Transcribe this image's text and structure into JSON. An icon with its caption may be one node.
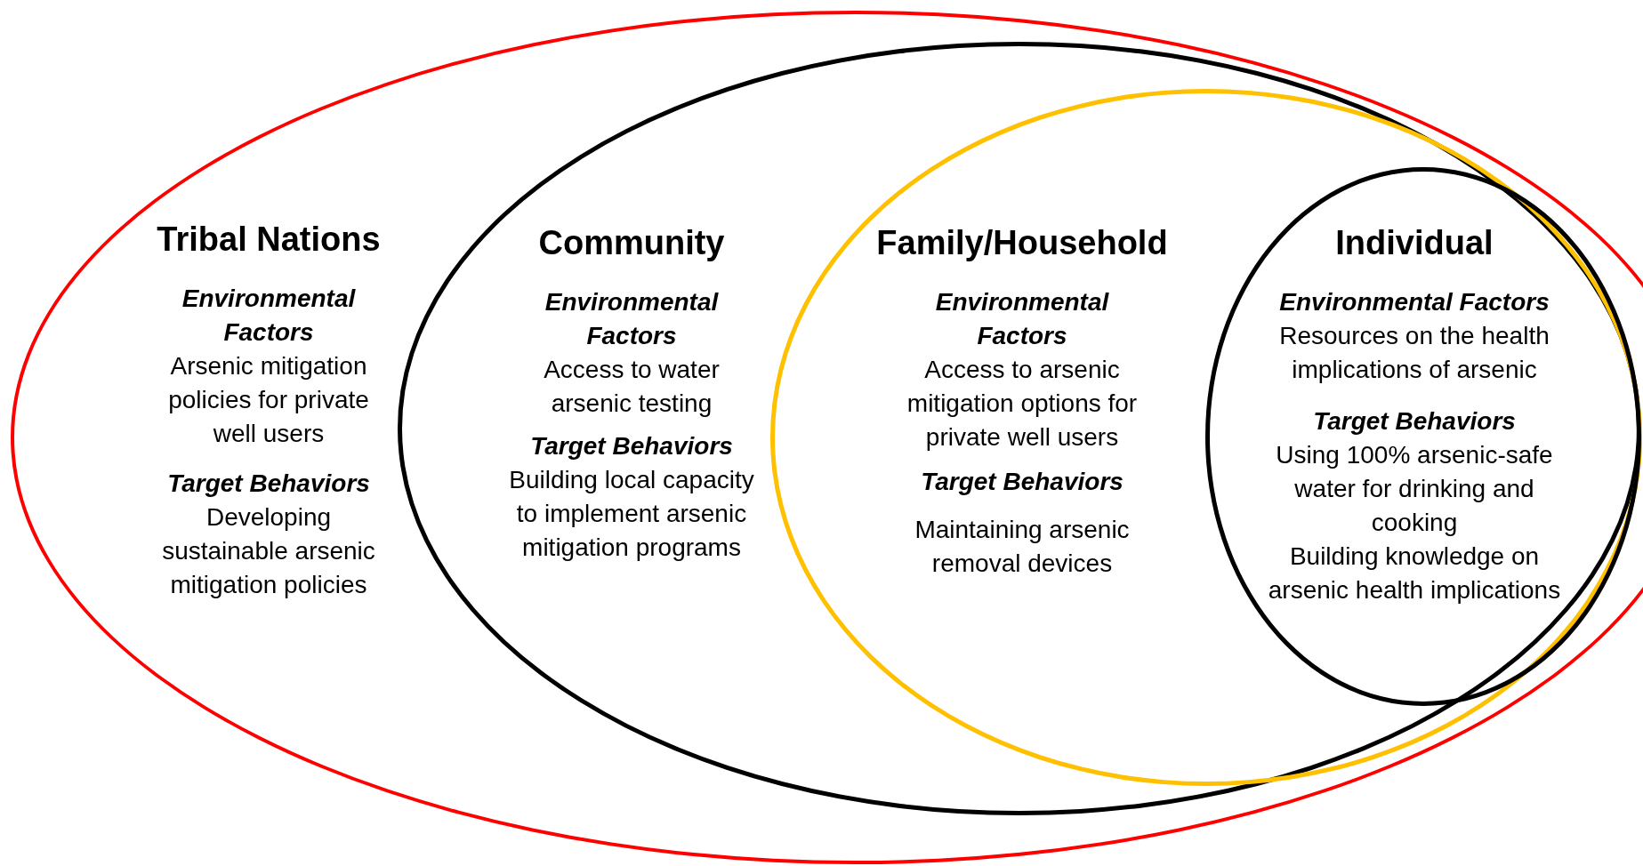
{
  "diagram": {
    "nodes": [
      {
        "text": [
          "Tribal Nations",
          "Environmental Factors",
          "Arsenic mitigation policies for private well users",
          "Target Behaviors",
          "Developing sustainable arsenic mitigation policies"
        ]
      },
      {
        "text": [
          "Community",
          "Environmental Factors",
          "Access to water arsenic testing",
          "Target Behaviors",
          "Building local capacity to implement arsenic mitigation programs"
        ],
        "in": 0
      },
      {
        "text": [
          "Family/Household",
          "Environmental Factors",
          "Access to arsenic mitigation options for private well users",
          "Target Behaviors",
          "Maintaining arsenic removal devices"
        ],
        "in": 1
      },
      {
        "text": [
          "Individual",
          "Environmental Factors",
          "Resources on the health implications of arsenic",
          "Target Behaviors",
          "Using 100% arsenic-safe water for drinking and cooking",
          "Building knowledge on arsenic health implications"
        ],
        "in": 2
      }
    ]
  }
}
